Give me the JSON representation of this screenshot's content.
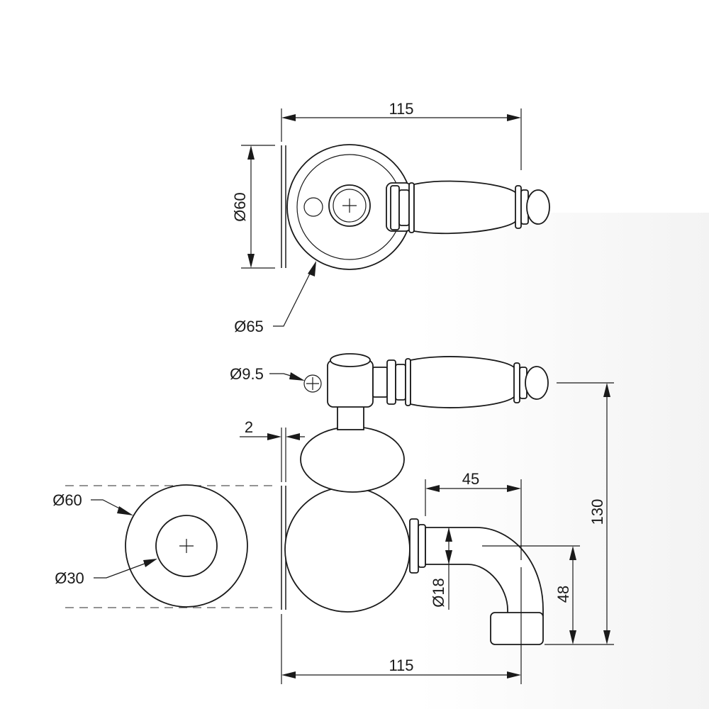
{
  "dimensions": {
    "top_width": "115",
    "top_dia_60": "Ø60",
    "top_dia_65": "Ø65",
    "side_dia_9_5": "Ø9.5",
    "side_thickness_2": "2",
    "side_spout_45": "45",
    "side_height_130": "130",
    "front_dia_60": "Ø60",
    "front_dia_30": "Ø30",
    "side_spout_dia_18": "Ø18",
    "side_spout_48": "48",
    "bottom_width": "115"
  }
}
